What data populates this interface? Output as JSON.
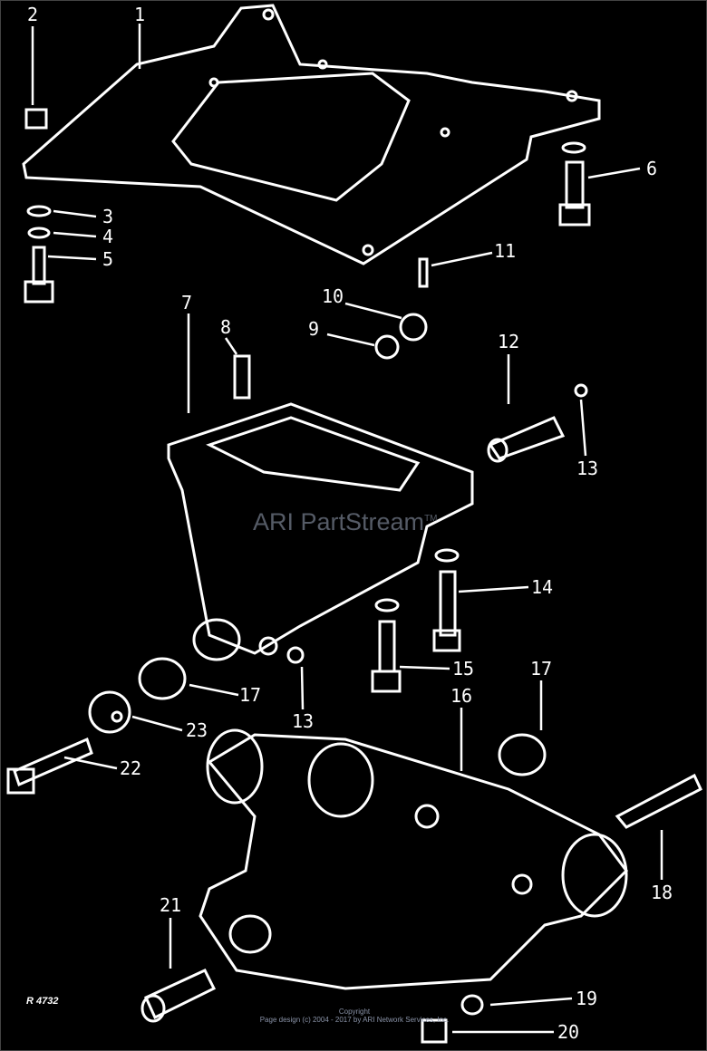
{
  "diagram": {
    "reference": "R 4732",
    "watermark": "ARI PartStream",
    "watermark_tm": "TM",
    "copyright_title": "Copyright",
    "copyright_text": "Page design (c) 2004 - 2017 by ARI Network Services, Inc.",
    "callouts": [
      "1",
      "2",
      "3",
      "4",
      "5",
      "6",
      "7",
      "8",
      "9",
      "10",
      "11",
      "12",
      "13",
      "14",
      "15",
      "16",
      "17",
      "13",
      "17",
      "23",
      "22",
      "18",
      "21",
      "19",
      "20"
    ]
  }
}
